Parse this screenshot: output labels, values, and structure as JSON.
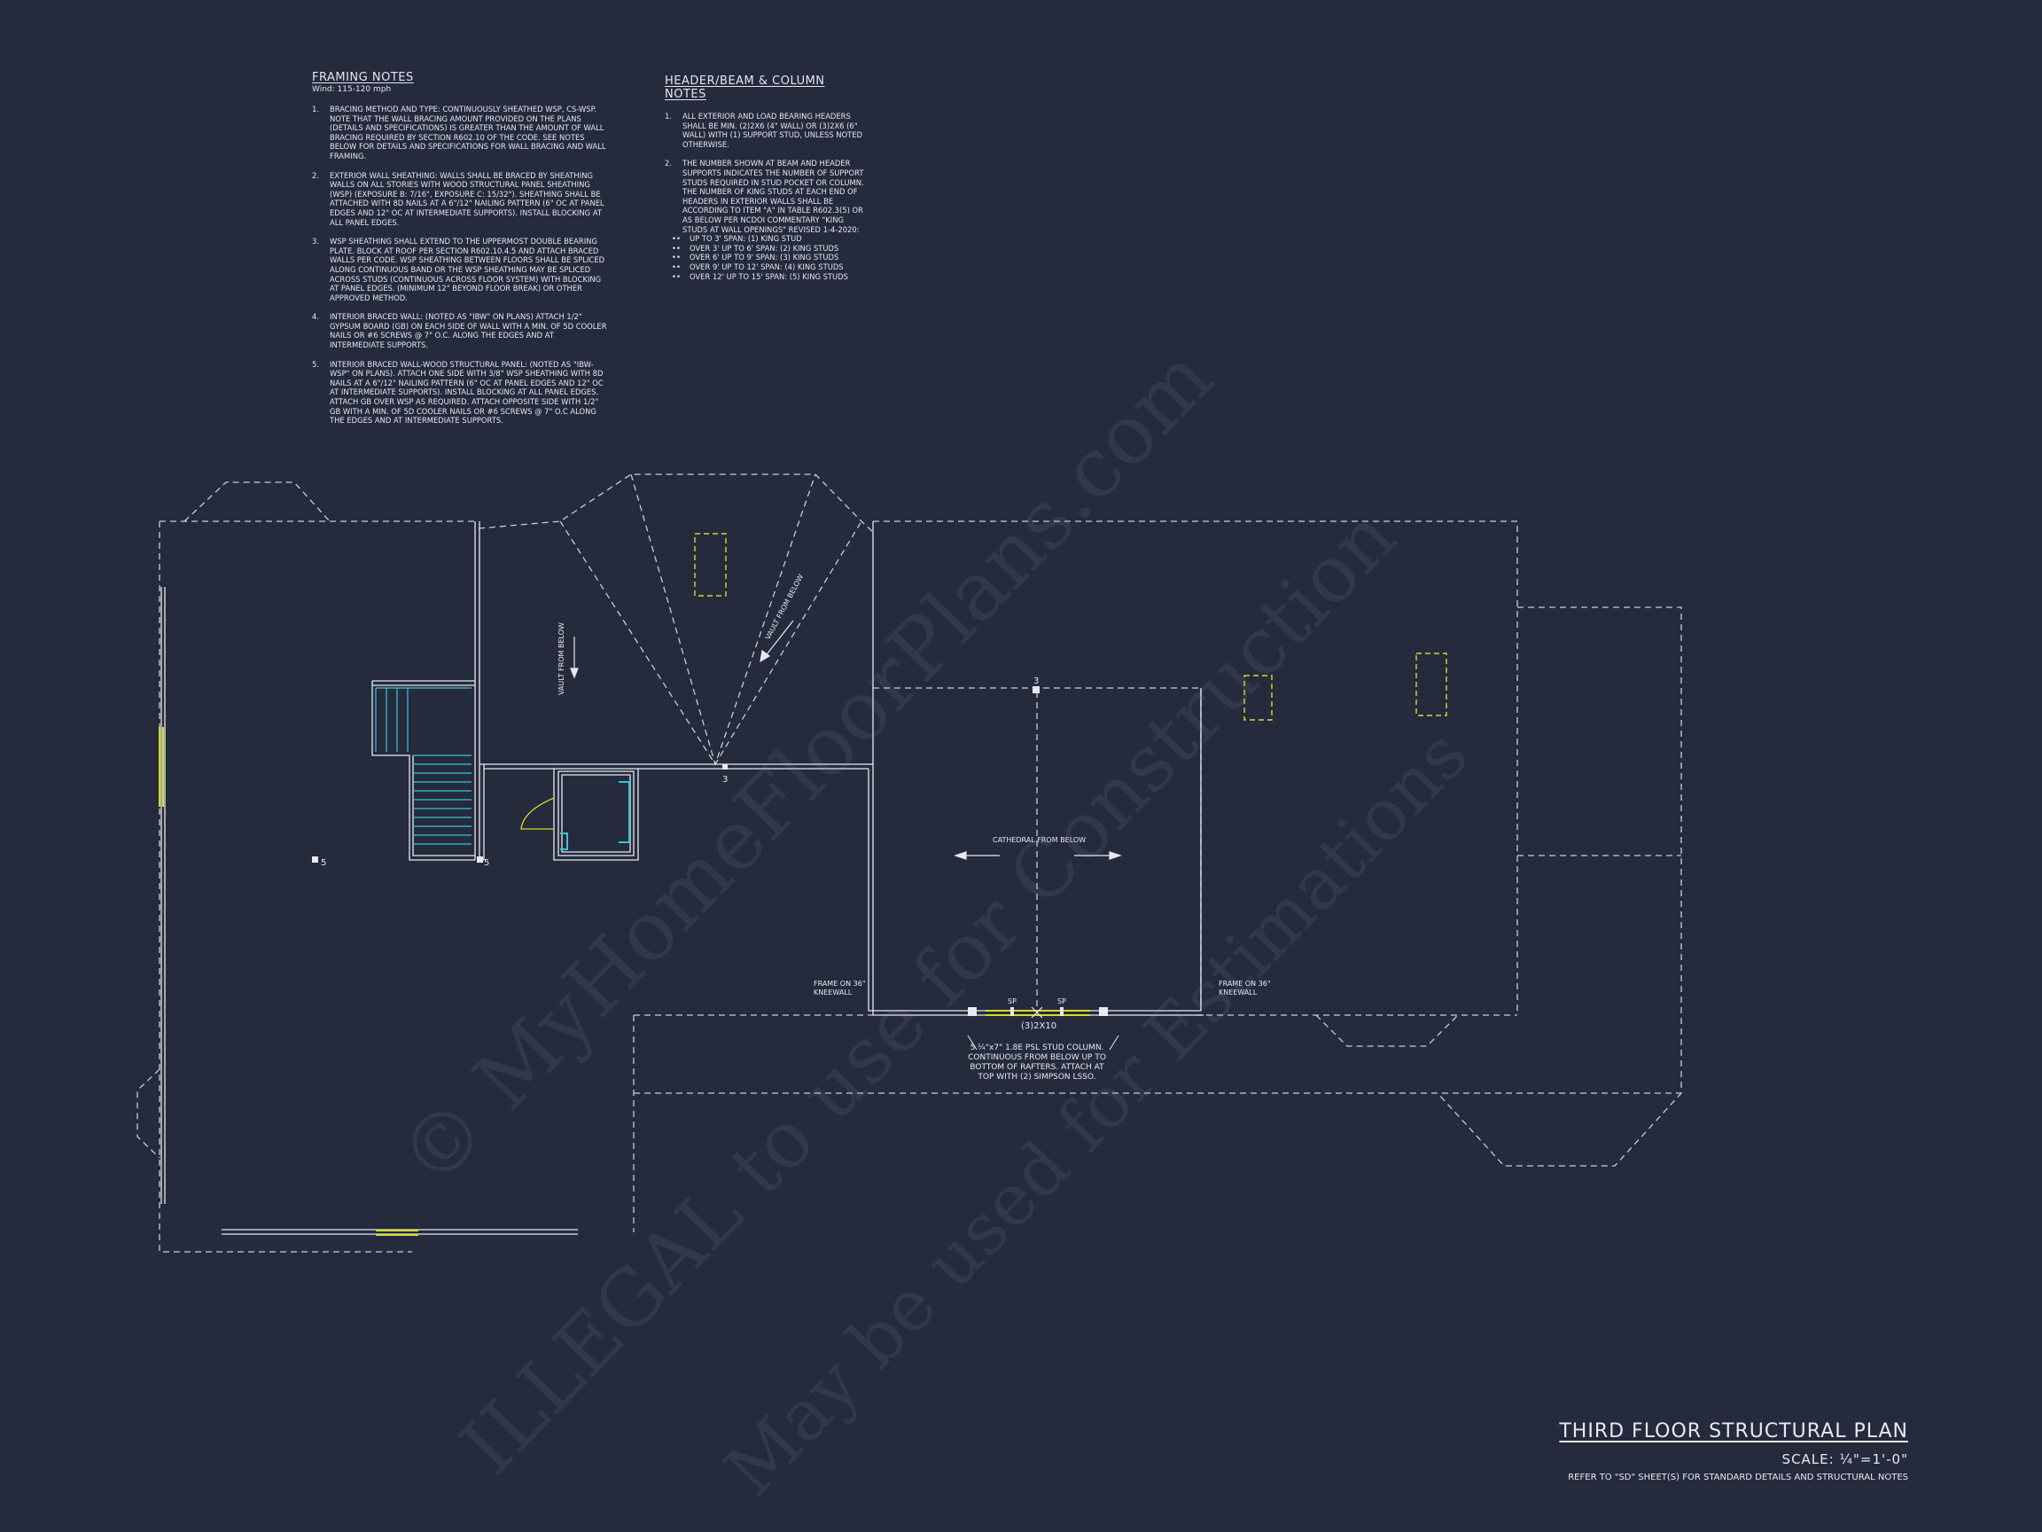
{
  "framing_notes": {
    "title": "FRAMING NOTES",
    "subtitle": "Wind: 115-120 mph",
    "items": [
      {
        "num": "1.",
        "text": "Bracing method and type: continuously sheathed WSP, CS-WSP. Note that the wall bracing amount provided on the plans (details and specifications) is greater than the amount of wall bracing required by section R602.10 of the code. See notes below for details and specifications for wall bracing and wall framing."
      },
      {
        "num": "2.",
        "text": "Exterior wall sheathing: walls shall be braced by sheathing walls on all stories with wood structural panel sheathing (WSP) (exposure B: 7/16\", exposure C: 15/32\"). Sheathing shall be attached with 8d nails at a 6\"/12\" nailing pattern (6\" OC at panel edges and 12\" OC at intermediate supports). Install blocking at all panel edges."
      },
      {
        "num": "3.",
        "text": "WSP sheathing shall extend to the uppermost double bearing plate. Block at roof per section R602.10.4.5 and attach braced walls per code. WSP sheathing between floors shall be spliced along continuous band or the WSP sheathing may be spliced across studs (continuous across floor system) with blocking at panel edges. (Minimum 12\" beyond floor break) or other approved method."
      },
      {
        "num": "4.",
        "text": "Interior braced wall: (noted as \"IBW\" on plans) attach 1/2\" gypsum board (GB) on each side of wall with a min. of 5d cooler nails or #6 screws @ 7\" O.C. along the edges and at intermediate supports."
      },
      {
        "num": "5.",
        "text": "Interior braced wall-wood structural panel: (noted as \"IBW-WSP\" on plans). Attach one side with 3/8\" WSP sheathing with 8d nails at a 6\"/12\" nailing pattern (6\" OC at panel edges and 12\" OC at intermediate supports). Install blocking at all panel edges. Attach GB over WSP as required. Attach opposite side with 1/2\" GB with a min. of 5d cooler nails or #6 screws @ 7\" O.C along the edges and at intermediate supports."
      }
    ]
  },
  "header_notes": {
    "title": "HEADER/BEAM & COLUMN NOTES",
    "items": [
      {
        "num": "1.",
        "text": "All exterior and load bearing headers shall be min. (2)2x6 (4\" wall) or (3)2x6 (6\" wall) with (1) support stud, unless noted otherwise."
      },
      {
        "num": "2.",
        "text": "The number shown at beam and header supports indicates the number of support studs required in stud pocket or column. The number of king studs at each end of headers in exterior walls shall be according to item \"a\" in table R602.3(5) or as below per NCDOI commentary \"King studs at wall openings\" revised 1-4-2020:"
      }
    ],
    "bullets": [
      "Up to 3' span: (1) king stud",
      "Over 3' up to 6' span: (2) king studs",
      "Over 6' up to 9' span: (3) king studs",
      "Over 9' up to 12' span: (4) king studs",
      "Over 12' up to 15' span: (5) king studs"
    ],
    "bullet_marker": "••"
  },
  "plan_labels": {
    "vault_left": "VAULT FROM BELOW",
    "vault_right": "VAULT FROM BELOW",
    "cathedral": "CATHEDRAL FROM BELOW",
    "frame_kneewall_left_1": "FRAME ON 36\"",
    "frame_kneewall_left_2": "KNEEWALL",
    "frame_kneewall_right_1": "FRAME ON 36\"",
    "frame_kneewall_right_2": "KNEEWALL",
    "beam": "(3)2X10",
    "sp_left": "SP",
    "sp_right": "SP",
    "column_note_1": "5 ¼\"x7\" 1.8E PSL STUD COLUMN.",
    "column_note_2": "CONTINUOUS FROM BELOW UP TO",
    "column_note_3": "BOTTOM OF RAFTERS. ATTACH AT",
    "column_note_4": "TOP WITH (2) SIMPSON LSSO.",
    "stud_3_top": "3",
    "stud_3_mid": "3",
    "stud_5_left": "5",
    "stud_5_stair": "5"
  },
  "watermark": {
    "line1": "© MyHomeFloorPlans.com",
    "line2": "ILLEGAL to use for Construction",
    "line3": "May be used for Estimations"
  },
  "title_block": {
    "title": "THIRD FLOOR STRUCTURAL PLAN",
    "scale": "SCALE: ¼\"=1'-0\"",
    "note": "REFER TO \"SD\" SHEET(S) FOR STANDARD DETAILS AND STRUCTURAL NOTES"
  },
  "colors": {
    "background": "#252a3d",
    "linework": "#e8e9ef",
    "dashed": "#c9ccd8",
    "stair": "#36c6d6",
    "highlight": "#d7d928"
  }
}
